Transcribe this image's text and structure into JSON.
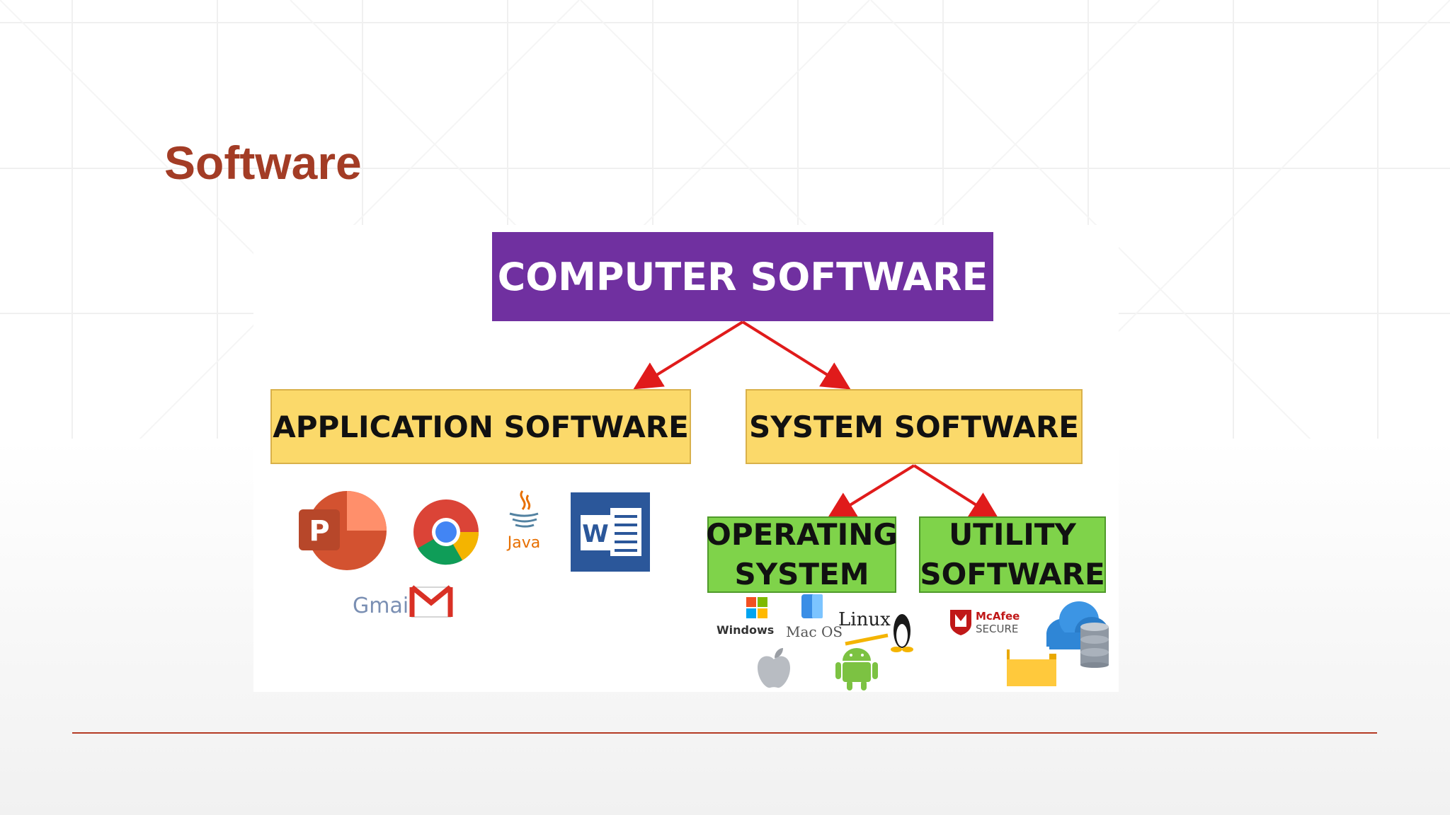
{
  "slide": {
    "title": "Software"
  },
  "diagram": {
    "root": "COMPUTER SOFTWARE",
    "application_software": "APPLICATION SOFTWARE",
    "system_software": "SYSTEM SOFTWARE",
    "operating_system": [
      "OPERATING",
      "SYSTEM"
    ],
    "utility_software": [
      "UTILITY",
      "SOFTWARE"
    ],
    "app_icons": {
      "powerpoint": {
        "icon": "powerpoint-icon",
        "letter": "P"
      },
      "chrome": {
        "icon": "chrome-icon"
      },
      "java": {
        "icon": "java-icon",
        "label": "Java"
      },
      "word": {
        "icon": "word-icon",
        "letter": "W"
      },
      "gmail": {
        "icon": "gmail-icon",
        "label": "Gmail"
      }
    },
    "os_icons": {
      "windows": {
        "icon": "windows-icon",
        "label": "Windows"
      },
      "macos": {
        "icon": "macos-icon",
        "label": "Mac OS"
      },
      "linux": {
        "icon": "linux-icon",
        "label": "Linux"
      },
      "apple": {
        "icon": "apple-icon"
      },
      "android": {
        "icon": "android-icon"
      }
    },
    "utility_icons": {
      "mcafee": {
        "icon": "mcafee-icon",
        "label": "McAfee",
        "sublabel": "SECURE"
      },
      "cloud_database": {
        "icon": "cloud-database-icon"
      },
      "folder": {
        "icon": "folder-icon"
      }
    }
  },
  "colors": {
    "title": "#a33c25",
    "root_box": "#7030a0",
    "category_box": "#fbd96a",
    "sub_box": "#7fd34a",
    "arrow": "#e01b1b",
    "divider": "#b43a24"
  }
}
